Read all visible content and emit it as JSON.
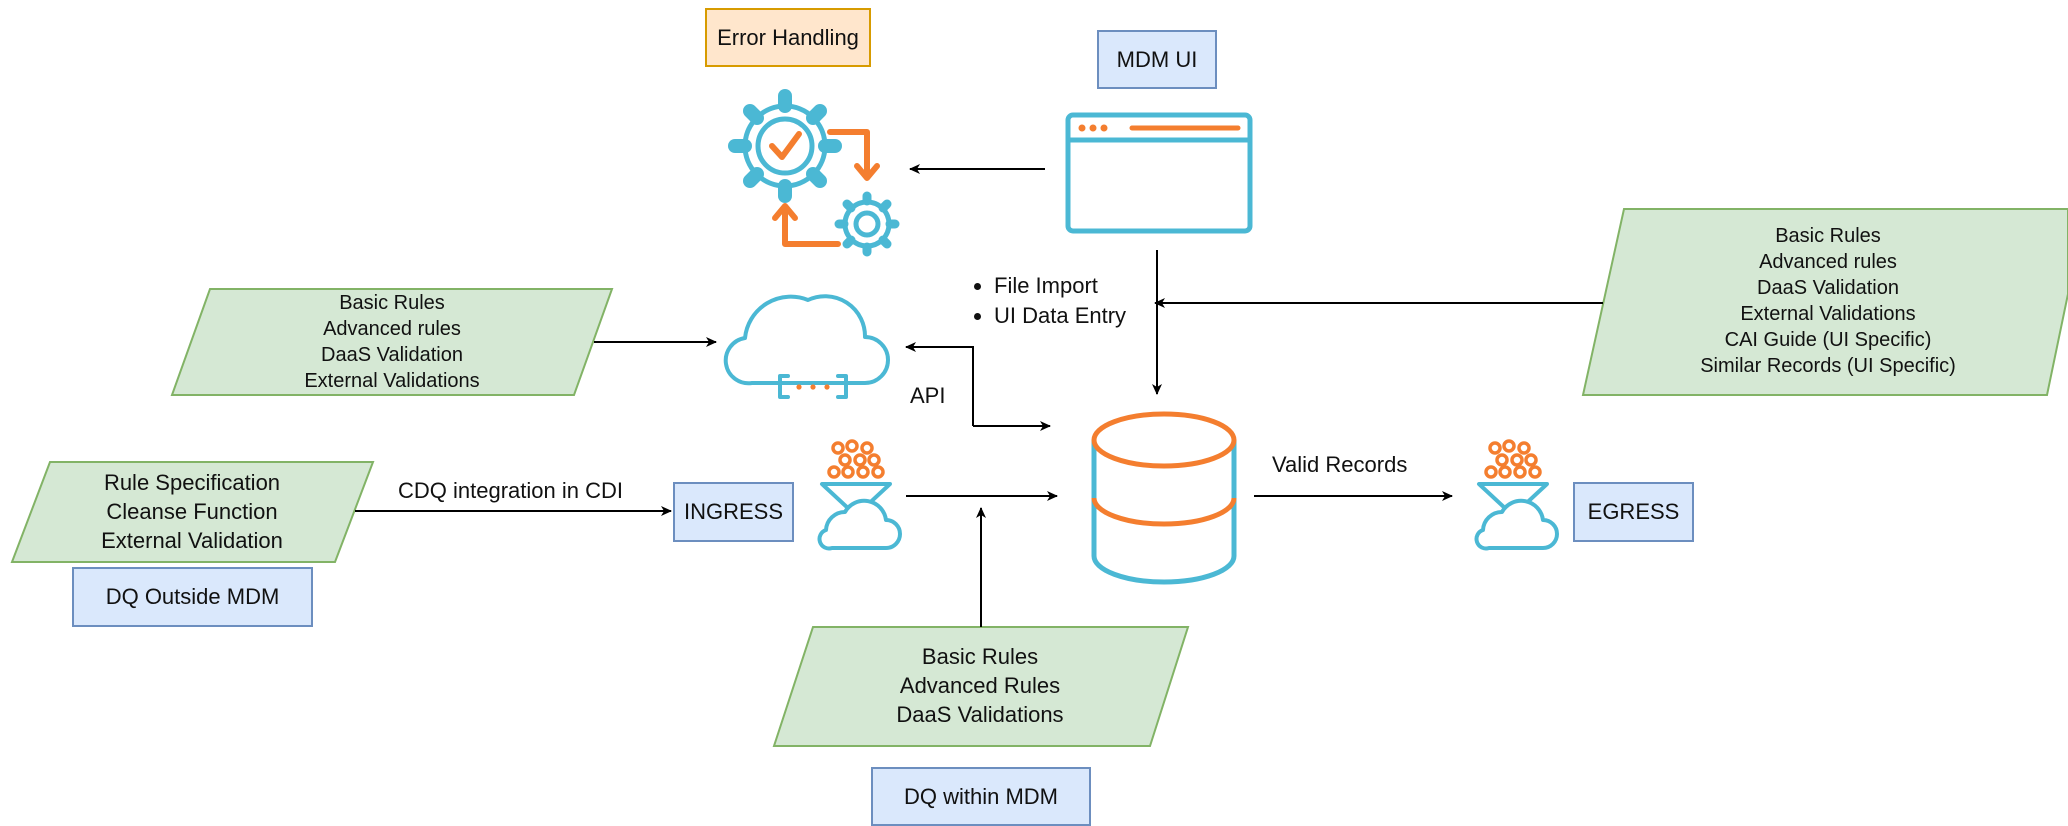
{
  "boxes": {
    "error_handling": "Error Handling",
    "mdm_ui": "MDM UI",
    "ingress": "INGRESS",
    "egress": "EGRESS",
    "dq_outside": "DQ Outside MDM",
    "dq_within": "DQ within MDM"
  },
  "rules_cloud": [
    "Basic Rules",
    "Advanced rules",
    "DaaS Validation",
    "External Validations"
  ],
  "rules_ui": [
    "Basic Rules",
    "Advanced rules",
    "DaaS Validation",
    "External Validations",
    "CAI Guide (UI Specific)",
    "Similar Records (UI Specific)"
  ],
  "rules_cdi": [
    "Rule Specification",
    "Cleanse Function",
    "External Validation"
  ],
  "rules_ingress": [
    "Basic Rules",
    "Advanced Rules",
    "DaaS Validations"
  ],
  "labels": {
    "cdq": "CDQ integration in CDI",
    "api": "API",
    "valid_records": "Valid Records"
  },
  "entry_methods": [
    "File Import",
    "UI Data Entry"
  ],
  "colors": {
    "green_fill": "#d5e8d4",
    "green_stroke": "#82b366",
    "blue_fill": "#dae8fc",
    "blue_stroke": "#6c8ebf",
    "orange_fill": "#ffe6cc",
    "orange_stroke": "#d79b00",
    "icon_teal": "#4bb8d4",
    "icon_orange": "#f47e2f"
  },
  "icons": [
    "gears-sync-icon",
    "browser-window-icon",
    "cloud-api-icon",
    "data-filter-icon",
    "database-icon"
  ]
}
